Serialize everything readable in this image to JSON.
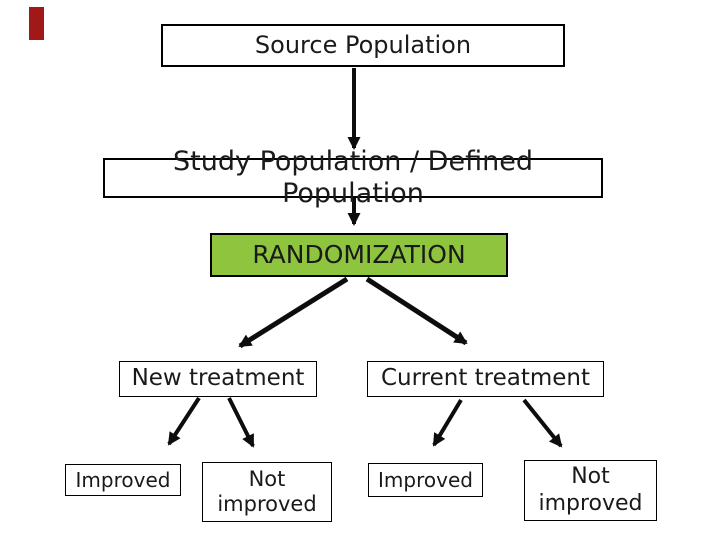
{
  "slide": {
    "title": "Randomized trial design flowchart"
  },
  "colors": {
    "background": "#ffffff",
    "accent_bar": "#A01818",
    "randomization_fill": "#8EC43E",
    "box_border": "#000000",
    "text": "#1a1a1a",
    "arrow": "#0d0d0d"
  },
  "flowchart": {
    "source": "Source Population",
    "study": "Study Population / Defined Population",
    "randomization": "RANDOMIZATION",
    "new_treatment": "New treatment",
    "current_treatment": "Current treatment",
    "new_improved": "Improved",
    "new_not_improved": "Not improved",
    "current_improved": "Improved",
    "current_not_improved": "Not improved"
  }
}
